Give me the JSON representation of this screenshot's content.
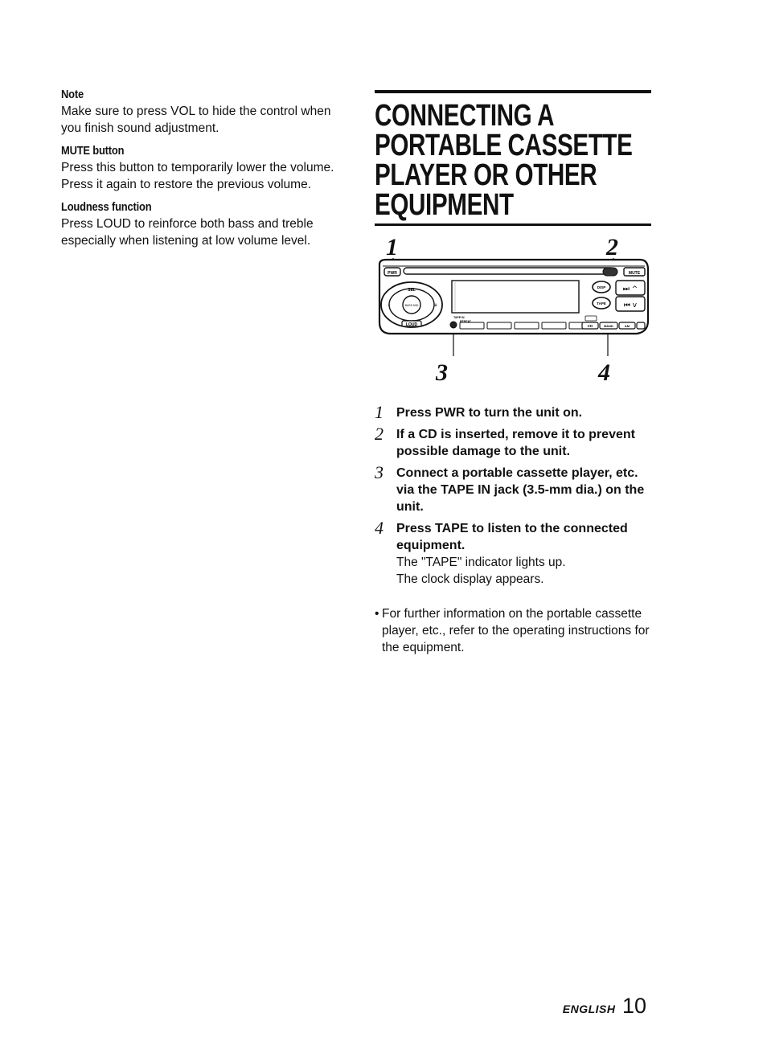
{
  "left": {
    "note_title": "Note",
    "note_text": "Make sure to press VOL to hide the control when you finish sound adjustment.",
    "mute_title": "MUTE button",
    "mute_text": "Press this button to temporarily lower the volume. Press it again to restore the previous volume.",
    "loud_title": "Loudness function",
    "loud_text": "Press LOUD to reinforce both bass and treble especially when listening at low volume level."
  },
  "section": {
    "title_lines": [
      "CONNECTING A",
      "PORTABLE CASSETTE",
      "PLAYER OR OTHER",
      "EQUIPMENT"
    ]
  },
  "figure": {
    "callouts": [
      "1",
      "2",
      "3",
      "4"
    ],
    "panel_labels": {
      "pwr": "PWR",
      "mute": "MUTE",
      "sel": "SEL",
      "bass_mid": "BASS MID",
      "loud": "LOUD",
      "tape_in": "TAPE IN",
      "repeat": "REPEAT",
      "disp": "DISP",
      "tape": "TAPE",
      "cd": "CD",
      "band": "BAND",
      "am": "AM"
    }
  },
  "steps": [
    {
      "num": "1",
      "text": "Press PWR to turn the unit on."
    },
    {
      "num": "2",
      "text": "If a CD is inserted, remove it to prevent possible damage to the unit."
    },
    {
      "num": "3",
      "text": "Connect a portable cassette player, etc. via the TAPE IN jack (3.5-mm dia.) on the unit."
    },
    {
      "num": "4",
      "text": "Press TAPE to listen to the connected equipment.",
      "notes": [
        "The \"TAPE\" indicator lights up.",
        "The clock display appears."
      ]
    }
  ],
  "bullet": {
    "symbol": "•",
    "text": "For further information on the portable cassette player, etc., refer to the operating instructions for the equipment."
  },
  "footer": {
    "language": "ENGLISH",
    "page": "10"
  }
}
